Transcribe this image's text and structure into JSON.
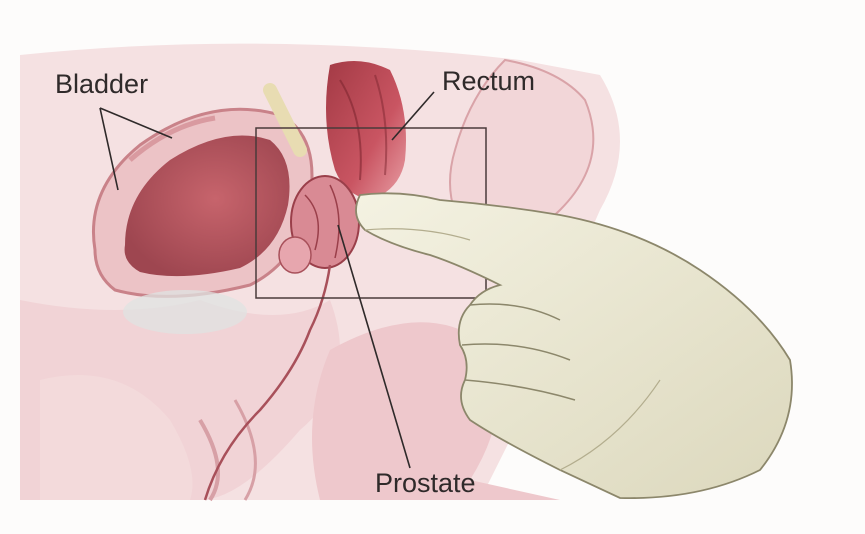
{
  "labels": {
    "bladder": "Bladder",
    "rectum": "Rectum",
    "prostate": "Prostate"
  },
  "colors": {
    "tissue_light": "#f3d9db",
    "tissue_mid": "#e8b8bc",
    "tissue_dark": "#b0505a",
    "glove": "#efedd8",
    "leader_line": "#2f2a2a"
  }
}
